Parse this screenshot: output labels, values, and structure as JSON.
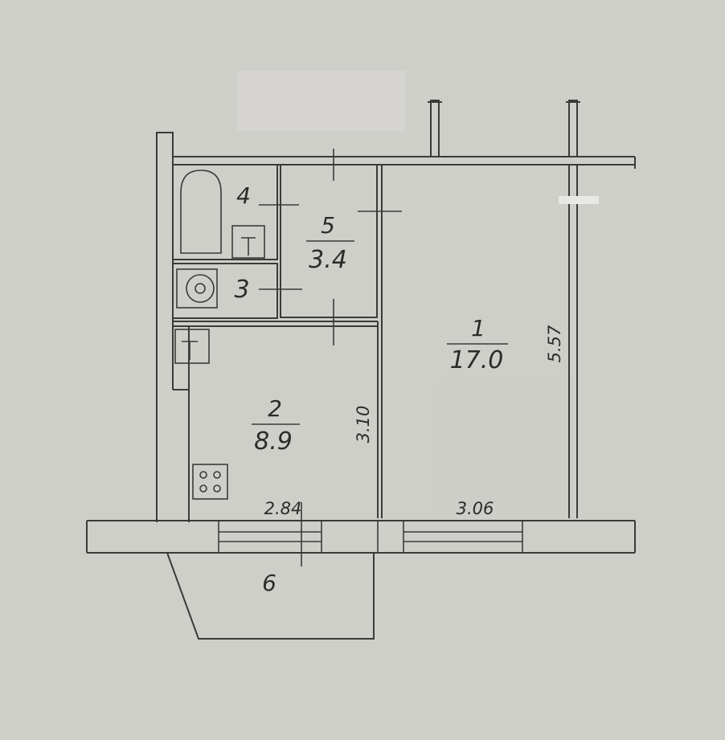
{
  "rooms": [
    {
      "number": "1",
      "area": "17.0"
    },
    {
      "number": "2",
      "area": "8.9"
    },
    {
      "number": "3"
    },
    {
      "number": "4"
    },
    {
      "number": "5",
      "area": "3.4"
    },
    {
      "number": "6"
    }
  ],
  "dimensions": {
    "kitchen_length": "3.10",
    "kitchen_width": "2.84",
    "room_width": "3.06",
    "room_length": "5.57"
  }
}
